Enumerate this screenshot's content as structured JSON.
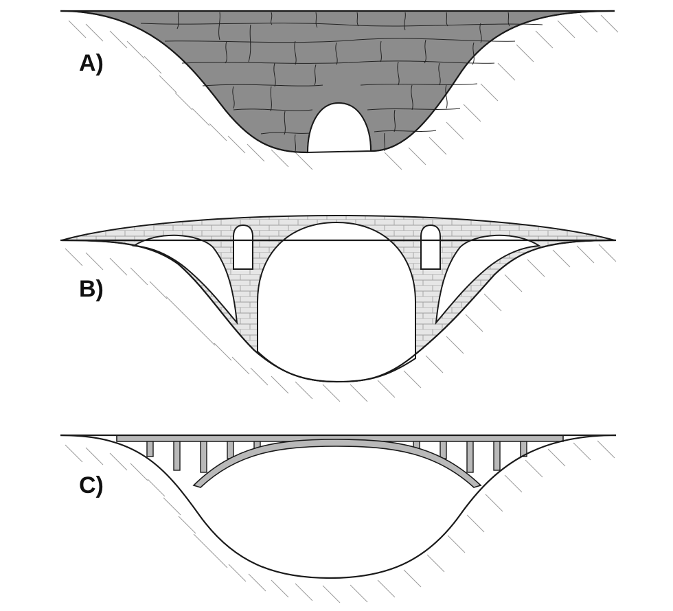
{
  "panels": [
    {
      "id": "A",
      "label": "A)",
      "type": "solid-stone-fill-with-culvert"
    },
    {
      "id": "B",
      "label": "B)",
      "type": "masonry-arch-with-spandrel-openings"
    },
    {
      "id": "C",
      "label": "C)",
      "type": "open-spandrel-deck-arch"
    }
  ],
  "colors": {
    "line": "#1a1a1a",
    "hatch": "#9a9a9a",
    "stone_fill": "#8c8c8c",
    "brick_fill": "#e6e6e6",
    "steel_fill": "#b9b9b9",
    "background": "#ffffff"
  }
}
